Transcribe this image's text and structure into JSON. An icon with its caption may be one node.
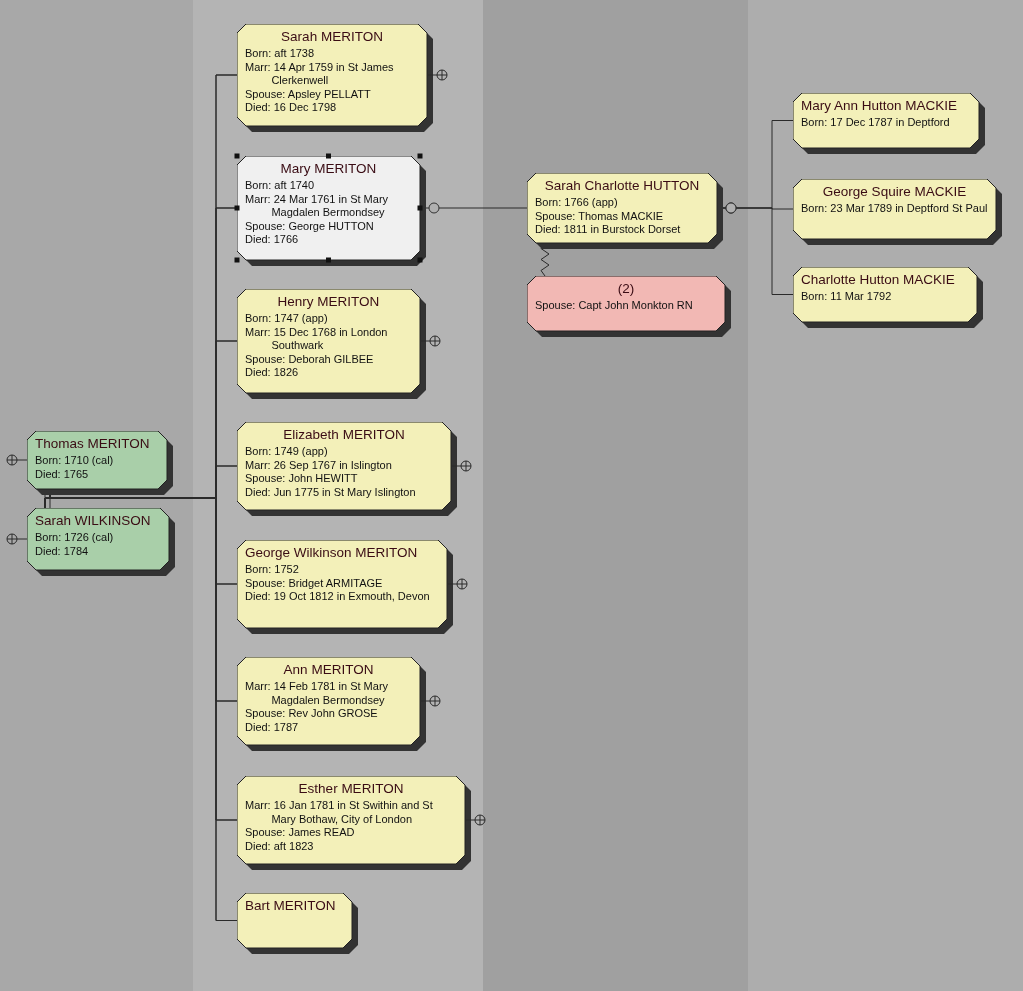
{
  "diagram": {
    "nodes": [
      {
        "text": [
          "Thomas MERITON",
          "Born: 1710 (cal)",
          "Died: 1765"
        ]
      },
      {
        "text": [
          "Sarah WILKINSON",
          "Born: 1726 (cal)",
          "Died: 1784"
        ]
      },
      {
        "text": [
          "Sarah MERITON",
          "Born: aft 1738",
          "Marr: 14 Apr 1759 in St James Clerkenwell",
          "Spouse: Apsley PELLATT",
          "Died: 16 Dec 1798"
        ]
      },
      {
        "text": [
          "Mary MERITON",
          "Born: aft 1740",
          "Marr: 24 Mar 1761 in St Mary Magdalen Bermondsey",
          "Spouse: George HUTTON",
          "Died: 1766"
        ]
      },
      {
        "text": [
          "Henry MERITON",
          "Born: 1747 (app)",
          "Marr: 15 Dec 1768 in London Southwark",
          "Spouse: Deborah GILBEE",
          "Died: 1826"
        ]
      },
      {
        "text": [
          "Elizabeth MERITON",
          "Born: 1749 (app)",
          "Marr: 26 Sep 1767 in Islington",
          "Spouse: John HEWITT",
          "Died: Jun 1775 in St Mary Islington"
        ]
      },
      {
        "text": [
          "George Wilkinson MERITON",
          "Born: 1752",
          "Spouse: Bridget ARMITAGE",
          "Died: 19 Oct 1812 in Exmouth, Devon"
        ]
      },
      {
        "text": [
          "Ann MERITON",
          "Marr: 14 Feb 1781 in St Mary Magdalen Bermondsey",
          "Spouse: Rev John GROSE",
          "Died: 1787"
        ]
      },
      {
        "text": [
          "Esther MERITON",
          "Marr: 16 Jan 1781 in St Swithin and St Mary Bothaw, City of London",
          "Spouse: James READ",
          "Died: aft 1823"
        ]
      },
      {
        "text": [
          "Bart MERITON"
        ]
      },
      {
        "text": [
          "Sarah Charlotte HUTTON",
          "Born: 1766 (app)",
          "Spouse: Thomas MACKIE",
          "Died: 1811 in Burstock Dorset"
        ]
      },
      {
        "text": [
          "(2)",
          "Spouse: Capt John Monkton RN"
        ]
      },
      {
        "text": [
          "Mary Ann Hutton MACKIE",
          "Born: 17 Dec 1787 in Deptford"
        ]
      },
      {
        "text": [
          "George Squire MACKIE",
          "Born: 23 Mar 1789 in Deptford St Paul"
        ]
      },
      {
        "text": [
          "Charlotte Hutton MACKIE",
          "Born: 11 Mar 1792"
        ]
      }
    ],
    "edges": [
      {
        "from": 0,
        "to": 1,
        "arrow": "none"
      },
      {
        "from": 0,
        "to": 2,
        "arrow": "none"
      },
      {
        "from": 0,
        "to": 3,
        "arrow": "none"
      },
      {
        "from": 0,
        "to": 4,
        "arrow": "none"
      },
      {
        "from": 0,
        "to": 5,
        "arrow": "none"
      },
      {
        "from": 0,
        "to": 6,
        "arrow": "none"
      },
      {
        "from": 0,
        "to": 7,
        "arrow": "none"
      },
      {
        "from": 0,
        "to": 8,
        "arrow": "none"
      },
      {
        "from": 0,
        "to": 9,
        "arrow": "none"
      },
      {
        "from": 1,
        "to": 2,
        "arrow": "none"
      },
      {
        "from": 1,
        "to": 3,
        "arrow": "none"
      },
      {
        "from": 1,
        "to": 4,
        "arrow": "none"
      },
      {
        "from": 1,
        "to": 5,
        "arrow": "none"
      },
      {
        "from": 1,
        "to": 6,
        "arrow": "none"
      },
      {
        "from": 1,
        "to": 7,
        "arrow": "none"
      },
      {
        "from": 1,
        "to": 8,
        "arrow": "none"
      },
      {
        "from": 1,
        "to": 9,
        "arrow": "none"
      },
      {
        "from": 3,
        "to": 10,
        "arrow": "other"
      },
      {
        "from": 10,
        "to": 11,
        "arrow": "none"
      },
      {
        "from": 10,
        "to": 12,
        "arrow": "other"
      },
      {
        "from": 10,
        "to": 13,
        "arrow": "other"
      },
      {
        "from": 10,
        "to": 14,
        "arrow": "other"
      }
    ]
  }
}
